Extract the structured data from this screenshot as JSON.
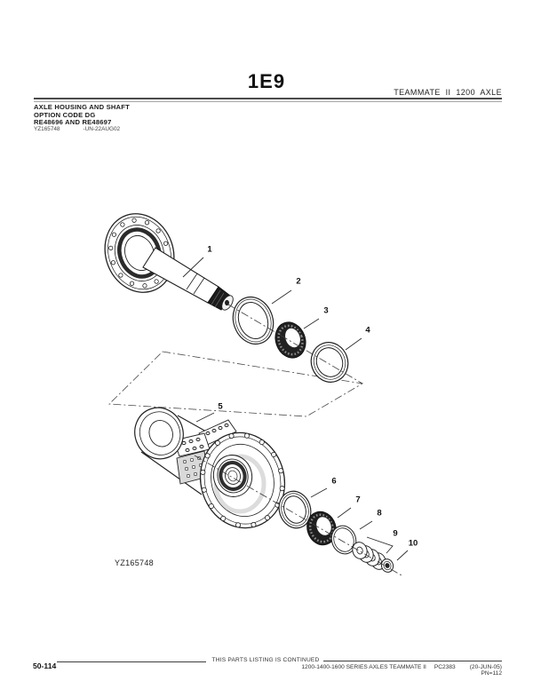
{
  "header": {
    "page_code": "1E9",
    "model_line": "TEAMMATE II 1200 AXLE",
    "title_lines": [
      "AXLE HOUSING AND SHAFT",
      "OPTION CODE DG",
      "RE48696 AND RE48697"
    ],
    "image_id": "YZ165748",
    "image_tag": "-UN-22AUG02"
  },
  "diagram": {
    "figure_id": "YZ165748",
    "callouts": [
      "1",
      "2",
      "3",
      "4",
      "5",
      "6",
      "7",
      "8",
      "9",
      "10"
    ]
  },
  "footer": {
    "page_number": "50-114",
    "continued_note": "THIS PARTS LISTING IS CONTINUED",
    "series_line": "1200-1400-1600 SERIES AXLES TEAMMATE II",
    "catalog_number": "PC2383",
    "revision_date": "(20-JUN-05)",
    "page_ref": "PN=112"
  },
  "colors": {
    "ink": "#1a1a1a",
    "rule": "#4a4a4a"
  }
}
